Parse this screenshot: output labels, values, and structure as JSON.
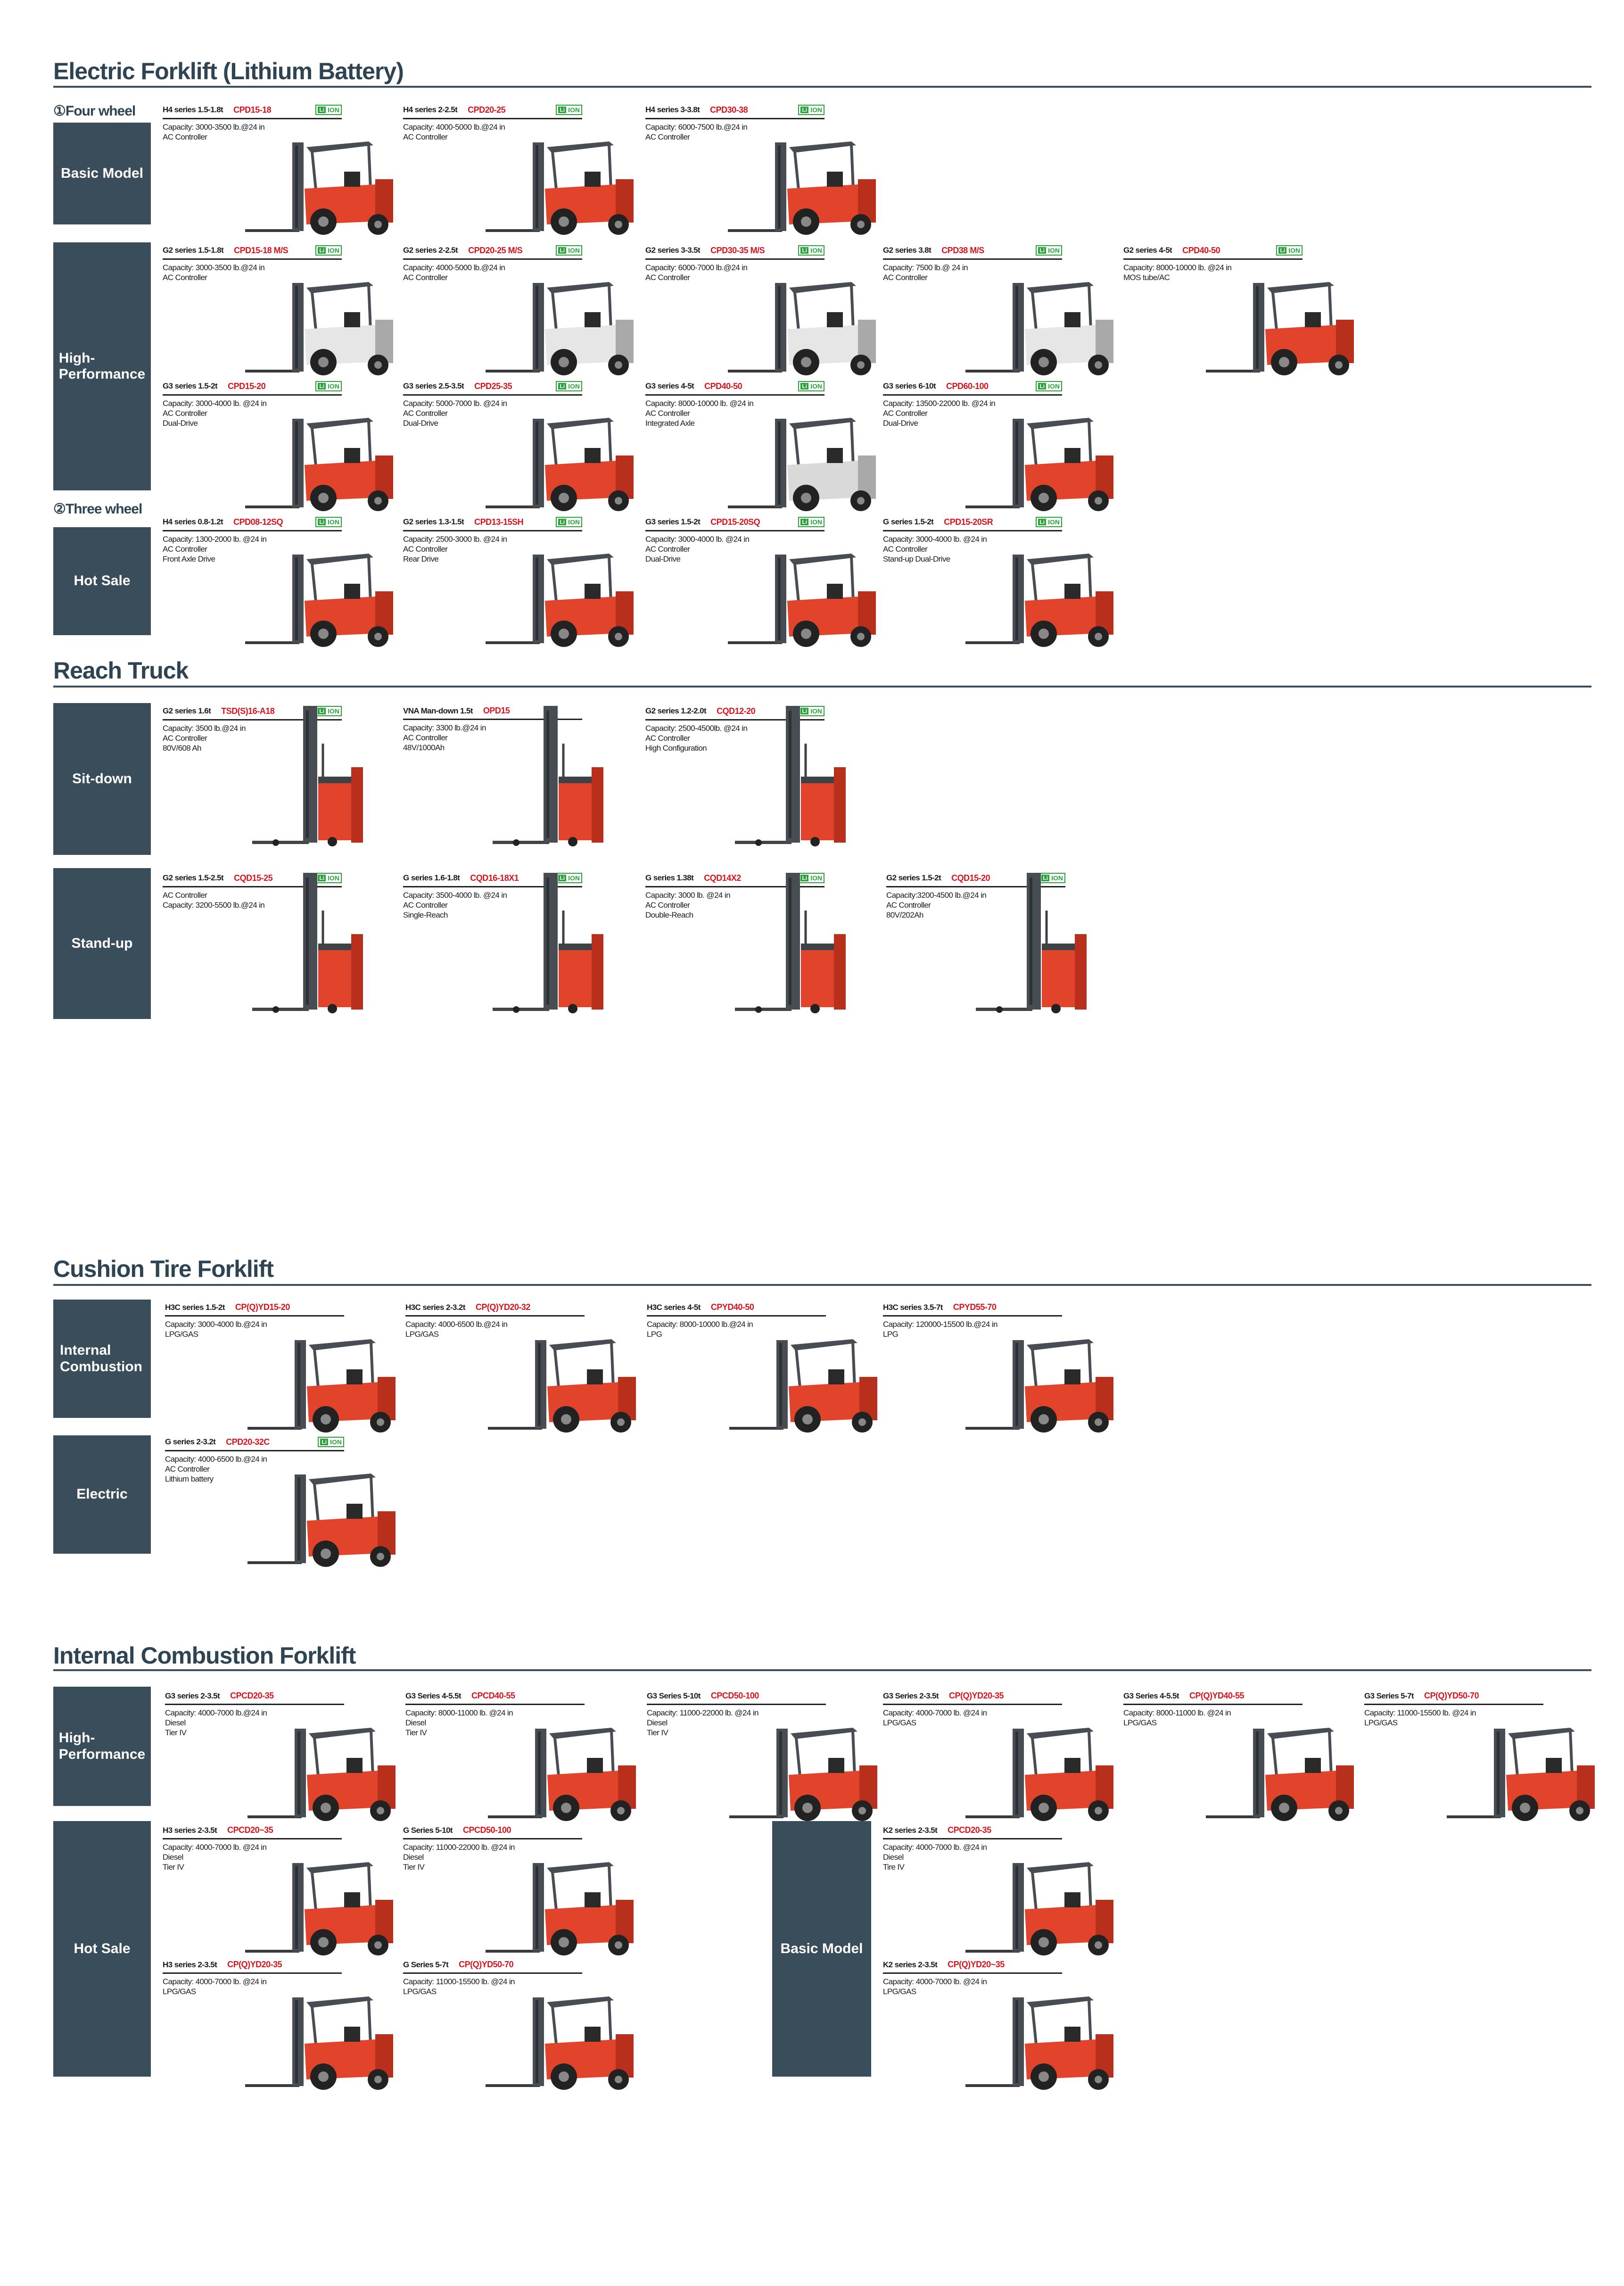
{
  "colors": {
    "accent_box": "#3a4d5a",
    "model_red": "#d7141d",
    "lion_green": "#2aa43a"
  },
  "lion_badge": {
    "left": "Li",
    "right": "ION"
  },
  "sections": [
    {
      "title": "Electric Forklift (Lithium Battery)",
      "sublabels": [
        "①Four wheel",
        "②Three wheel"
      ],
      "boxes": [
        "Basic Model",
        "High-Performance",
        "Hot Sale"
      ],
      "rows": [
        [
          {
            "series": "H4 series 1.5-1.8t",
            "model": "CPD15-18",
            "lion": true,
            "specs": [
              "Capacity: 3000-3500 lb.@24 in",
              "AC Controller"
            ],
            "body": "#e2432b",
            "type": "counter"
          },
          {
            "series": "H4 series 2-2.5t",
            "model": "CPD20-25",
            "lion": true,
            "specs": [
              "Capacity: 4000-5000 lb.@24 in",
              "AC Controller"
            ],
            "body": "#e2432b",
            "type": "counter"
          },
          {
            "series": "H4 series 3-3.8t",
            "model": "CPD30-38",
            "lion": true,
            "specs": [
              "Capacity: 6000-7500 lb.@24 in",
              "AC Controller"
            ],
            "body": "#e2432b",
            "type": "counter"
          }
        ],
        [
          {
            "series": "G2 series 1.5-1.8t",
            "model": "CPD15-18 M/S",
            "lion": true,
            "specs": [
              "Capacity: 3000-3500 lb.@24 in",
              "AC Controller"
            ],
            "body": "#e6e6e6",
            "type": "counter"
          },
          {
            "series": "G2 series 2-2.5t",
            "model": "CPD20-25 M/S",
            "lion": true,
            "specs": [
              "Capacity: 4000-5000 lb.@24 in",
              "AC Controller"
            ],
            "body": "#e6e6e6",
            "type": "counter"
          },
          {
            "series": "G2 series 3-3.5t",
            "model": "CPD30-35 M/S",
            "lion": true,
            "specs": [
              "Capacity: 6000-7000 lb.@24 in",
              "AC Controller"
            ],
            "body": "#e6e6e6",
            "type": "counter"
          },
          {
            "series": "G2 series 3.8t",
            "model": "CPD38 M/S",
            "lion": true,
            "specs": [
              "Capacity: 7500 lb.@ 24 in",
              "AC Controller"
            ],
            "body": "#e6e6e6",
            "type": "counter"
          },
          {
            "series": "G2 series 4-5t",
            "model": "CPD40-50",
            "lion": true,
            "specs": [
              "Capacity: 8000-10000 lb. @24 in",
              "MOS tube/AC"
            ],
            "body": "#e2432b",
            "type": "counter"
          }
        ],
        [
          {
            "series": "G3 series 1.5-2t",
            "model": "CPD15-20",
            "lion": true,
            "specs": [
              "Capacity: 3000-4000 lb. @24 in",
              "AC Controller",
              "Dual-Drive"
            ],
            "body": "#e2432b",
            "type": "counter"
          },
          {
            "series": "G3 series 2.5-3.5t",
            "model": "CPD25-35",
            "lion": true,
            "specs": [
              "Capacity: 5000-7000 lb. @24 in",
              "AC Controller",
              "Dual-Drive"
            ],
            "body": "#e2432b",
            "type": "counter"
          },
          {
            "series": "G3 series 4-5t",
            "model": "CPD40-50",
            "lion": true,
            "specs": [
              "Capacity: 8000-10000 lb. @24 in",
              "AC Controller",
              "Integrated Axle"
            ],
            "body": "#d9d9d9",
            "type": "counter"
          },
          {
            "series": "G3 series 6-10t",
            "model": "CPD60-100",
            "lion": true,
            "specs": [
              "Capacity: 13500-22000 lb. @24 in",
              "AC Controller",
              "Dual-Drive"
            ],
            "body": "#e2432b",
            "type": "counter"
          }
        ],
        [
          {
            "series": "H4 series 0.8-1.2t",
            "model": "CPD08-12SQ",
            "lion": true,
            "specs": [
              "Capacity: 1300-2000 lb. @24 in",
              "AC Controller",
              "Front Axle Drive"
            ],
            "body": "#e2432b",
            "type": "counter"
          },
          {
            "series": "G2 series 1.3-1.5t",
            "model": "CPD13-15SH",
            "lion": true,
            "specs": [
              "Capacity: 2500-3000 lb. @24 in",
              "AC Controller",
              "Rear Drive"
            ],
            "body": "#e2432b",
            "type": "counter"
          },
          {
            "series": "G3 series 1.5-2t",
            "model": "CPD15-20SQ",
            "lion": true,
            "specs": [
              "Capacity: 3000-4000 lb. @24 in",
              "AC Controller",
              "Dual-Drive"
            ],
            "body": "#e2432b",
            "type": "counter"
          },
          {
            "series": "G series 1.5-2t",
            "model": "CPD15-20SR",
            "lion": true,
            "specs": [
              "Capacity: 3000-4000 lb. @24 in",
              "AC Controller",
              "Stand-up Dual-Drive"
            ],
            "body": "#e2432b",
            "type": "counter"
          }
        ]
      ]
    },
    {
      "title": "Reach Truck",
      "sublabels": [],
      "boxes": [
        "Sit-down",
        "Stand-up"
      ],
      "rows": [
        [
          {
            "series": "G2 series 1.6t",
            "model": "TSD(S)16-A18",
            "lion": true,
            "specs": [
              "Capacity: 3500 lb.@24 in",
              "AC Controller",
              "80V/608 Ah"
            ],
            "body": "#e2432b",
            "type": "reach"
          },
          {
            "series": "VNA Man-down 1.5t",
            "model": "OPD15",
            "lion": false,
            "specs": [
              "Capacity: 3300 lb.@24 in",
              "AC Controller",
              "48V/1000Ah"
            ],
            "body": "#e2432b",
            "type": "reach"
          },
          {
            "series": "G2 series 1.2-2.0t",
            "model": "CQD12-20",
            "lion": true,
            "specs": [
              "Capacity: 2500-4500lb. @24 in",
              "AC Controller",
              "High Configuration"
            ],
            "body": "#e2432b",
            "type": "reach"
          }
        ],
        [
          {
            "series": "G2 series 1.5-2.5t",
            "model": "CQD15-25",
            "lion": true,
            "specs": [
              "AC Controller",
              "Capacity: 3200-5500 lb.@24 in"
            ],
            "body": "#e2432b",
            "type": "reach"
          },
          {
            "series": "G series 1.6-1.8t",
            "model": "CQD16-18X1",
            "lion": true,
            "specs": [
              "Capacity: 3500-4000 lb. @24 in",
              "AC Controller",
              "Single-Reach"
            ],
            "body": "#e2432b",
            "type": "reach"
          },
          {
            "series": "G series 1.38t",
            "model": "CQD14X2",
            "lion": true,
            "specs": [
              "Capacity: 3000 lb. @24 in",
              "AC Controller",
              "Double-Reach"
            ],
            "body": "#e2432b",
            "type": "reach"
          },
          {
            "series": "G2 series 1.5-2t",
            "model": "CQD15-20",
            "lion": true,
            "specs": [
              "Capacity:3200-4500 lb.@24 in",
              "AC Controller",
              "80V/202Ah"
            ],
            "body": "#e2432b",
            "type": "reach"
          }
        ]
      ]
    },
    {
      "title": "Cushion Tire Forklift",
      "sublabels": [],
      "boxes": [
        "Internal Combustion",
        "Electric"
      ],
      "rows": [
        [
          {
            "series": "H3C series 1.5-2t",
            "model": "CP(Q)YD15-20",
            "lion": false,
            "specs": [
              "Capacity: 3000-4000 lb.@24 in",
              "LPG/GAS"
            ],
            "body": "#e2432b",
            "type": "counter"
          },
          {
            "series": "H3C series 2-3.2t",
            "model": "CP(Q)YD20-32",
            "lion": false,
            "specs": [
              "Capacity: 4000-6500 lb.@24 in",
              "LPG/GAS"
            ],
            "body": "#e2432b",
            "type": "counter"
          },
          {
            "series": "H3C series 4-5t",
            "model": "CPYD40-50",
            "lion": false,
            "specs": [
              "Capacity: 8000-10000 lb.@24 in",
              "LPG"
            ],
            "body": "#e2432b",
            "type": "counter"
          },
          {
            "series": "H3C series 3.5-7t",
            "model": "CPYD55-70",
            "lion": false,
            "specs": [
              "Capacity: 120000-15500 lb.@24 in",
              "LPG"
            ],
            "body": "#e2432b",
            "type": "counter"
          }
        ],
        [
          {
            "series": "G series 2-3.2t",
            "model": "CPD20-32C",
            "lion": true,
            "specs": [
              "Capacity: 4000-6500 lb.@24 in",
              "AC Controller",
              "Lithium battery"
            ],
            "body": "#e2432b",
            "type": "counter"
          }
        ]
      ]
    },
    {
      "title": "Internal Combustion Forklift",
      "sublabels": [],
      "boxes": [
        "High-Performance",
        "Hot Sale",
        "Basic Model"
      ],
      "rows": [
        [
          {
            "series": "G3 series 2-3.5t",
            "model": "CPCD20-35",
            "lion": false,
            "specs": [
              "Capacity: 4000-7000 lb.@24 in",
              "Diesel",
              "Tier IV"
            ],
            "body": "#e2432b",
            "type": "counter"
          },
          {
            "series": "G3 Series 4-5.5t",
            "model": "CPCD40-55",
            "lion": false,
            "specs": [
              "Capacity: 8000-11000 lb. @24 in",
              "Diesel",
              "Tier IV"
            ],
            "body": "#e2432b",
            "type": "counter"
          },
          {
            "series": "G3 Series 5-10t",
            "model": "CPCD50-100",
            "lion": false,
            "specs": [
              "Capacity: 11000-22000 lb. @24 in",
              "Diesel",
              "Tier IV"
            ],
            "body": "#e2432b",
            "type": "counter"
          },
          {
            "series": "G3 Series 2-3.5t",
            "model": "CP(Q)YD20-35",
            "lion": false,
            "specs": [
              "Capacity: 4000-7000 lb. @24 in",
              "LPG/GAS"
            ],
            "body": "#e2432b",
            "type": "counter"
          },
          {
            "series": "G3 Series 4-5.5t",
            "model": "CP(Q)YD40-55",
            "lion": false,
            "specs": [
              "Capacity: 8000-11000 lb. @24 in",
              "LPG/GAS"
            ],
            "body": "#e2432b",
            "type": "counter"
          },
          {
            "series": "G3 Series 5-7t",
            "model": "CP(Q)YD50-70",
            "lion": false,
            "specs": [
              "Capacity: 11000-15500 lb. @24 in",
              "LPG/GAS"
            ],
            "body": "#e2432b",
            "type": "counter"
          }
        ],
        [
          {
            "series": "H3 series 2-3.5t",
            "model": "CPCD20~35",
            "lion": false,
            "specs": [
              "Capacity: 4000-7000 lb. @24 in",
              "Diesel",
              "Tier IV"
            ],
            "body": "#e2432b",
            "type": "counter"
          },
          {
            "series": "G Series 5-10t",
            "model": "CPCD50-100",
            "lion": false,
            "specs": [
              "Capacity: 11000-22000 lb. @24 in",
              "Diesel",
              "Tier IV"
            ],
            "body": "#e2432b",
            "type": "counter"
          },
          {
            "series": "K2 series 2-3.5t",
            "model": "CPCD20-35",
            "lion": false,
            "specs": [
              "Capacity: 4000-7000 lb. @24 in",
              "Diesel",
              "Tire IV"
            ],
            "body": "#e2432b",
            "type": "counter"
          }
        ],
        [
          {
            "series": "H3 series 2-3.5t",
            "model": "CP(Q)YD20-35",
            "lion": false,
            "specs": [
              "Capacity: 4000-7000 lb. @24 in",
              "LPG/GAS"
            ],
            "body": "#e2432b",
            "type": "counter"
          },
          {
            "series": "G Series 5-7t",
            "model": "CP(Q)YD50-70",
            "lion": false,
            "specs": [
              "Capacity: 11000-15500 lb. @24 in",
              "LPG/GAS"
            ],
            "body": "#e2432b",
            "type": "counter"
          },
          {
            "series": "K2 series 2-3.5t",
            "model": "CP(Q)YD20~35",
            "lion": false,
            "specs": [
              "Capacity: 4000-7000 lb. @24 in",
              "LPG/GAS"
            ],
            "body": "#e2432b",
            "type": "counter"
          }
        ]
      ]
    }
  ]
}
